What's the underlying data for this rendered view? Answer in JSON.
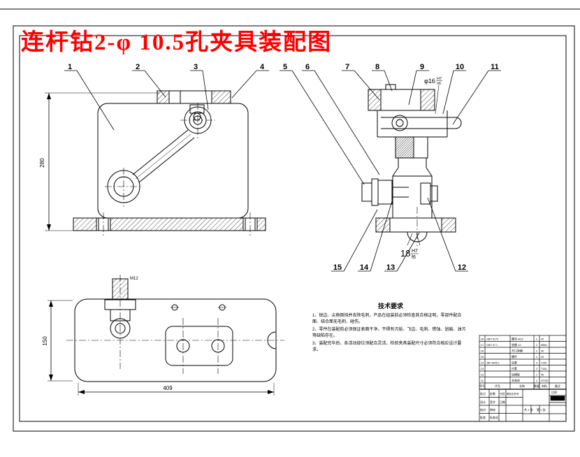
{
  "page": {
    "title": "连杆钻2-φ 10.5孔夹具装配图"
  },
  "colors": {
    "title_red": "#ff0000",
    "line": "#000000",
    "paper": "#ffffff"
  },
  "balloons": {
    "b1": "1",
    "b2": "2",
    "b3": "3",
    "b4": "4",
    "b5": "5",
    "b6": "6",
    "b7": "7",
    "b8": "8",
    "b9": "9",
    "b10": "10",
    "b11": "11",
    "b12": "12",
    "b13": "13",
    "b14": "14",
    "b15": "15"
  },
  "dims": {
    "front_height": "280",
    "plan_width": "409",
    "plan_height": "150",
    "thread_label": "M12",
    "fit_shaft_value": "18",
    "fit_shaft_upper": "H7",
    "fit_shaft_lower": "f6",
    "fit_bush_value": "φ16",
    "fit_bush_upper": "H7",
    "fit_bush_lower": "n6"
  },
  "tech": {
    "heading": "技术要求",
    "items": [
      "1、锐边、尖角倒钝并去除毛刺，产品在组装前必须检查其合格证明，零部件配合面、结合面无毛刺、碰伤。",
      "2、零件在装配前必须保证表面干净，不得有污垢、飞边、毛刺、锈蚀、划痕、油污等缺陷存在。",
      "3、装配完毕后、各活动部位须配合灵活，检验夹具装配尺寸必须符合相应设计要求。"
    ]
  },
  "title_block": {
    "bom_header": {
      "seq": "序号",
      "code": "代号",
      "name": "名称",
      "qty": "数量",
      "mat": "材料",
      "note": "备注"
    },
    "bom_rows": [
      {
        "seq": "18",
        "code": "GB/T 6170",
        "name": "螺母 M12",
        "qty": "1",
        "mat": "45"
      },
      {
        "seq": "17",
        "code": "GB/T 97.1",
        "name": "垫圈 12",
        "qty": "1",
        "mat": "65Mn"
      },
      {
        "seq": "16",
        "code": "",
        "name": "开口垫圈",
        "qty": "1",
        "mat": "45"
      },
      {
        "seq": "15",
        "code": "",
        "name": "螺杆",
        "qty": "1",
        "mat": "45"
      },
      {
        "seq": "14",
        "code": "JB/T 8045.1",
        "name": "钻套",
        "qty": "2",
        "mat": "T10A"
      },
      {
        "seq": "13",
        "code": "",
        "name": "衬套",
        "qty": "2",
        "mat": "T10A"
      },
      {
        "seq": "12",
        "code": "",
        "name": "钻模板",
        "qty": "1",
        "mat": "45"
      },
      {
        "seq": "11",
        "code": "",
        "name": "夹具体",
        "qty": "1",
        "mat": "HT200"
      }
    ],
    "fields": {
      "mark": "标记",
      "count": "处数",
      "zone": "分区",
      "change": "更改文件号",
      "sign": "签字",
      "date": "日期",
      "design": "设计",
      "proof": "校对",
      "audit": "审核",
      "approve": "批准",
      "stdz": "标准化",
      "scale": "比例",
      "sheets": "共 1 张",
      "sheet": "第 1 张"
    }
  }
}
